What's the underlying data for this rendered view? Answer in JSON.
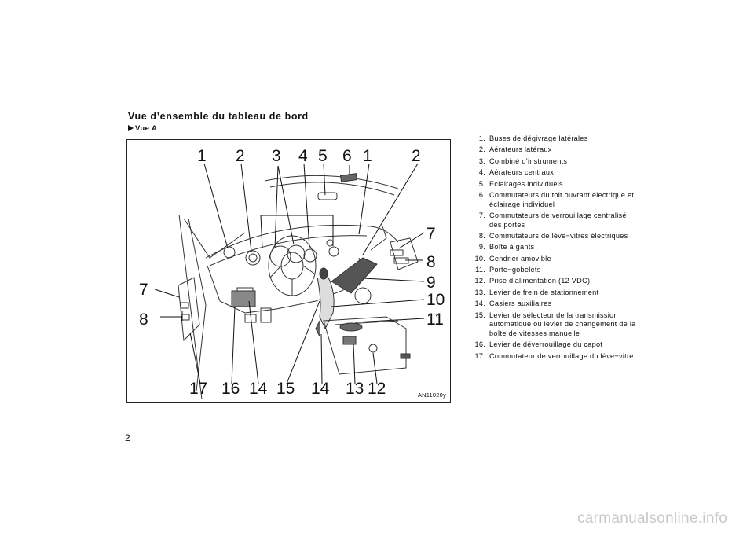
{
  "header": {
    "title": "Vue d’ensemble du tableau de bord",
    "subtitle": "Vue A"
  },
  "figure": {
    "callouts_top": [
      "1",
      "2",
      "3",
      "4",
      "5",
      "6",
      "1",
      "2"
    ],
    "callouts_right": [
      "7",
      "8",
      "9",
      "10",
      "11"
    ],
    "callouts_left": [
      "7",
      "8"
    ],
    "callouts_bottom": [
      "17",
      "16",
      "14",
      "15",
      "14",
      "13",
      "12"
    ],
    "code": "AN11020y"
  },
  "legend": [
    {
      "num": "1.",
      "text": "Buses de dégivrage latérales"
    },
    {
      "num": "2.",
      "text": "Aérateurs latéraux"
    },
    {
      "num": "3.",
      "text": "Combiné d’instruments"
    },
    {
      "num": "4.",
      "text": "Aérateurs centraux"
    },
    {
      "num": "5.",
      "text": "Eclairages individuels"
    },
    {
      "num": "6.",
      "text": "Commutateurs du toit ouvrant électrique et éclairage individuel"
    },
    {
      "num": "7.",
      "text": "Commutateurs de verrouillage centralisé des portes"
    },
    {
      "num": "8.",
      "text": "Commutateurs de lève−vitres électriques"
    },
    {
      "num": "9.",
      "text": "Boîte à gants"
    },
    {
      "num": "10.",
      "text": "Cendrier amovible"
    },
    {
      "num": "11.",
      "text": "Porte−gobelets"
    },
    {
      "num": "12.",
      "text": "Prise d’alimentation (12 VDC)"
    },
    {
      "num": "13.",
      "text": "Levier de frein de stationnement"
    },
    {
      "num": "14.",
      "text": "Casiers auxiliaires"
    },
    {
      "num": "15.",
      "text": "Levier de sélecteur de la transmission automatique ou levier de changement de la boîte de vitesses manuelle"
    },
    {
      "num": "16.",
      "text": "Levier de déverrouillage du capot"
    },
    {
      "num": "17.",
      "text": "Commutateur de verrouillage du lève−vitre"
    }
  ],
  "page_number": "2",
  "watermark": "carmanualsonline.info"
}
